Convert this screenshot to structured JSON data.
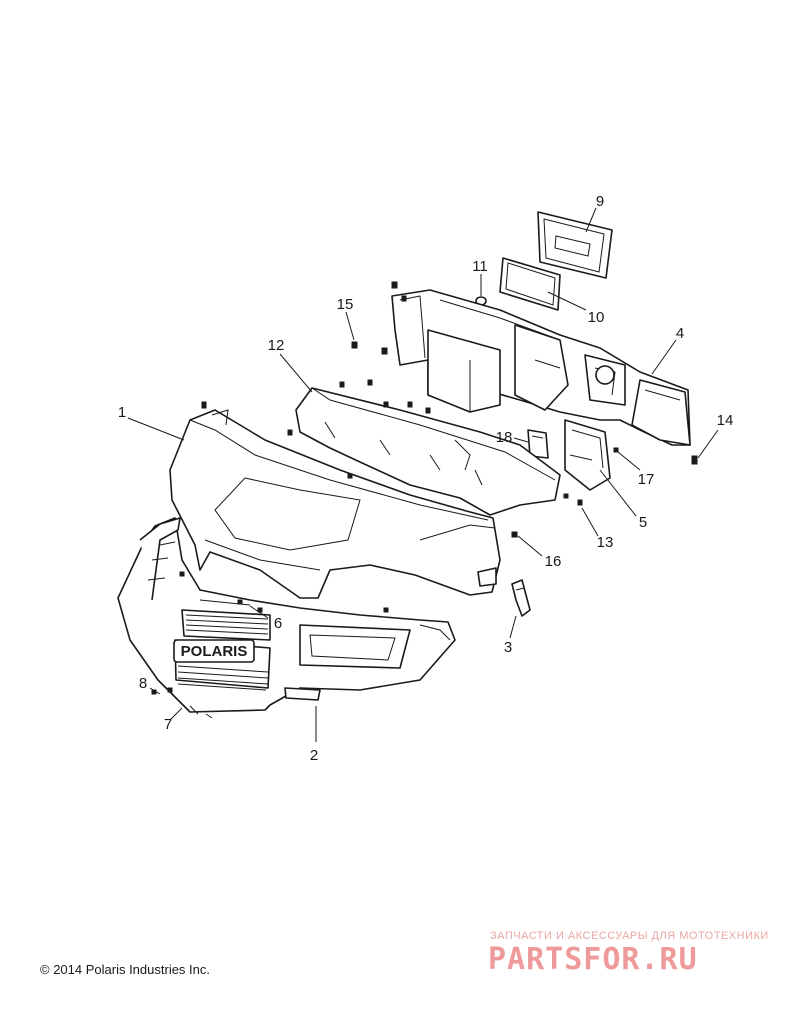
{
  "callouts": [
    {
      "num": "1"
    },
    {
      "num": "2"
    },
    {
      "num": "3"
    },
    {
      "num": "4"
    },
    {
      "num": "5"
    },
    {
      "num": "6"
    },
    {
      "num": "7"
    },
    {
      "num": "8"
    },
    {
      "num": "9"
    },
    {
      "num": "10"
    },
    {
      "num": "11"
    },
    {
      "num": "12"
    },
    {
      "num": "13"
    },
    {
      "num": "14"
    },
    {
      "num": "15"
    },
    {
      "num": "16"
    },
    {
      "num": "17"
    },
    {
      "num": "18"
    }
  ],
  "grille_badge": "POLARIS",
  "copyright": "© 2014 Polaris Industries Inc.",
  "watermark": {
    "tagline": "ЗАПЧАСТИ И АКСЕССУАРЫ ДЛЯ МОТОТЕХНИКИ",
    "logo": "PARTSFOR.RU"
  }
}
